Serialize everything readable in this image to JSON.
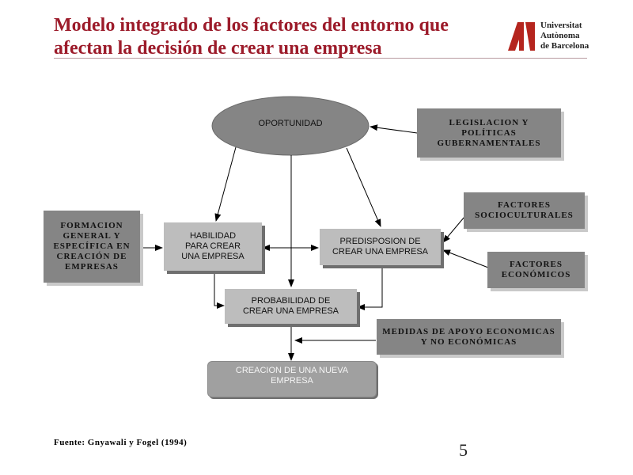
{
  "title": "Modelo integrado de los factores del entorno que afectan la decisión de crear una empresa",
  "logo": {
    "line1": "Universitat",
    "line2": "Autònoma",
    "line3": "de Barcelona"
  },
  "diagram": {
    "oportunidad": "OPORTUNIDAD",
    "legislacion": "LEGISLACION Y\nPOLÍTICAS\nGUBERNAMENTALES",
    "factores_socio": "FACTORES\nSOCIOCULTURALES",
    "factores_econ": "FACTORES\nECONÓMICOS",
    "formacion": "FORMACION\nGENERAL Y\nESPECÍFICA EN\nCREACIÓN DE\nEMPRESAS",
    "habilidad": "HABILIDAD\nPARA CREAR\nUNA EMPRESA",
    "predisposion": "PREDISPOSION DE\nCREAR UNA EMPRESA",
    "probabilidad": "PROBABILIDAD DE\nCREAR UNA EMPRESA",
    "medidas": "MEDIDAS DE APOYO ECONOMICAS\nY NO ECONÓMICAS",
    "creacion": "CREACION DE UNA NUEVA\nEMPRESA"
  },
  "source": "Fuente: Gnyawali y Fogel (1994)",
  "page_number": "5",
  "colors": {
    "title": "#9c1b2a",
    "dark_box": "#858585",
    "light_box": "#bdbdbd",
    "logo_red": "#b5251e"
  }
}
